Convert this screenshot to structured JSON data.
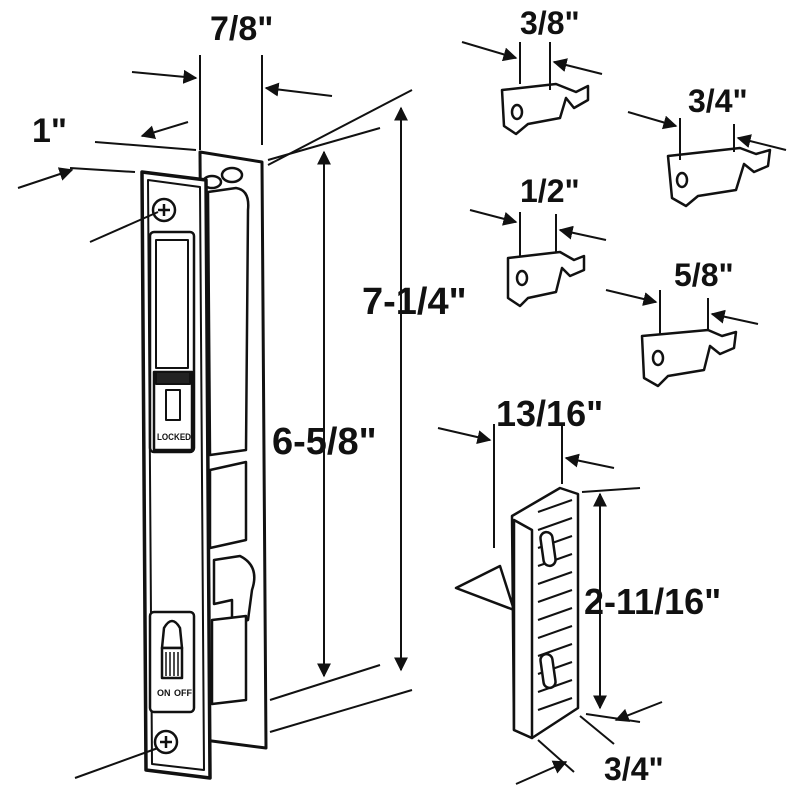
{
  "dimensions": {
    "lock_width": "7/8\"",
    "faceplate_offset": "1\"",
    "overall_length": "7-1/4\"",
    "hole_spacing": "6-5/8\"",
    "hook_a": "3/8\"",
    "hook_b": "3/4\"",
    "hook_c": "1/2\"",
    "hook_d": "5/8\"",
    "keeper_depth": "13/16\"",
    "keeper_height": "2-11/16\"",
    "keeper_width": "3/4\""
  },
  "lock_labels": {
    "locked": "LOCKED",
    "on": "ON",
    "off": "OFF"
  },
  "colors": {
    "line": "#111111",
    "background": "#ffffff"
  }
}
